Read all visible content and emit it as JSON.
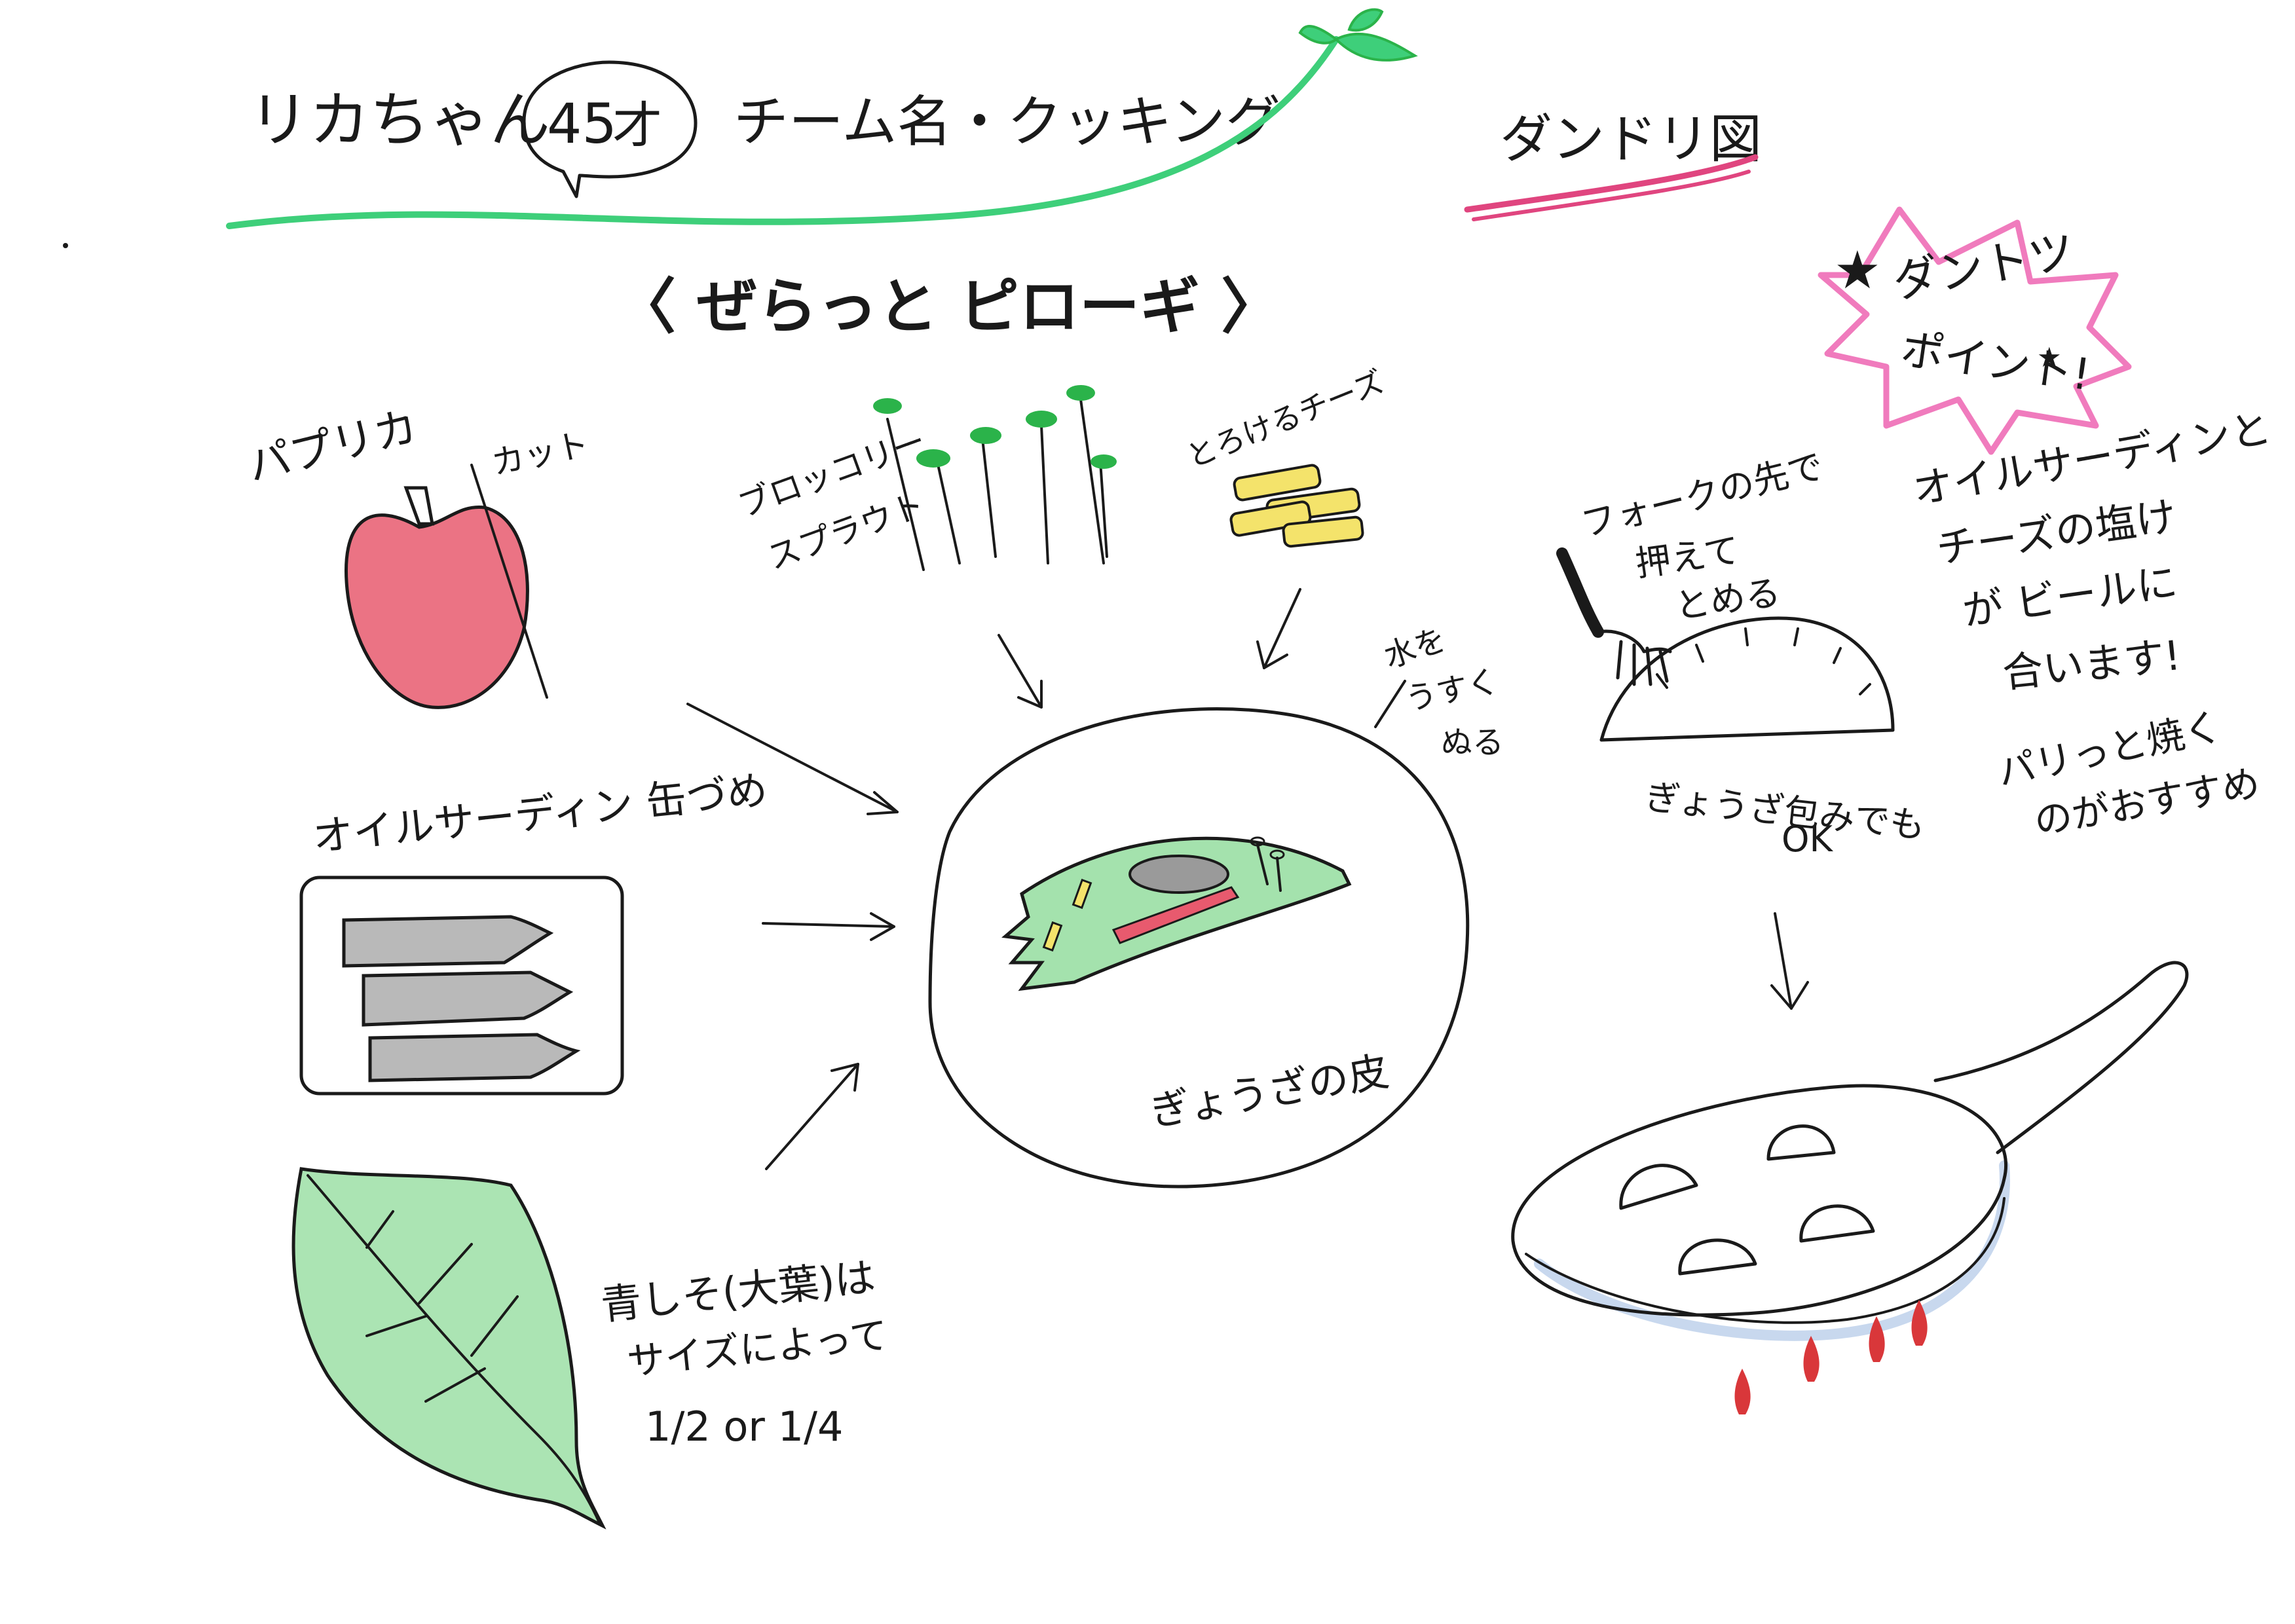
{
  "header": {
    "name": "リカちゃん",
    "age": "45",
    "team_label": "チーム名・クッキング",
    "dandori_label": "ダンドリ図"
  },
  "dish_title": "〈 ぜらっと ピローギ 〉",
  "ingredients": {
    "paprika": "パプリカ",
    "paprika_cut": "カット",
    "broccoli_line1": "ブロッコリー",
    "broccoli_line2": "スプラウト",
    "cheese": "とろけるチーズ",
    "sardine": "オイルサーディン 缶づめ",
    "shiso_line1": "青しそ(大葉)は",
    "shiso_line2": "サイズによって",
    "shiso_line3": "1/2 or 1/4"
  },
  "wrapper": {
    "label": "ぎょうざの皮",
    "water_line1": "水を",
    "water_line2": "うすく",
    "water_line3": "ぬる"
  },
  "fork_step": {
    "line1": "フォークの先で",
    "line2": "押えて",
    "line3": "とめる",
    "note_line1": "ぎょうざ包みでも",
    "note_line2": "OK"
  },
  "point": {
    "badge_line1": "ダントツ",
    "badge_line2": "ポイント!",
    "line1": "オイルサーディンと",
    "line2": "チーズの塩け",
    "line3": "が ビールに",
    "line4": "合います!",
    "line5": "パリっと焼く",
    "line6": "のがおすすめ"
  },
  "colors": {
    "ink": "#1a1a1a",
    "green_line": "#3ecf7a",
    "pink_line": "#e0457f",
    "starburst": "#f07bbd",
    "paprika_red": "#e85a6e",
    "leaf_green": "#7ed58a",
    "sprout_green": "#2bb34a",
    "cheese_yellow": "#f4e36b",
    "sardine_gray": "#b9b9b9",
    "flame_red": "#d9373a",
    "pan_blue": "#c8d8ee"
  }
}
